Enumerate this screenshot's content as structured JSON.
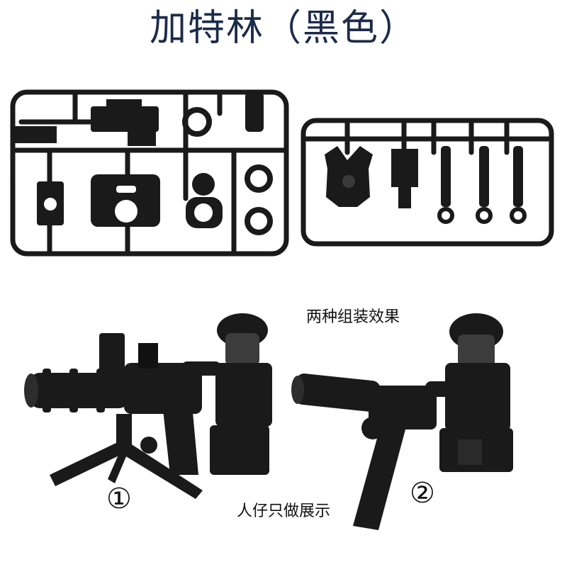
{
  "title": "加特林（黑色）",
  "captions": {
    "assembly_styles": "两种组装效果",
    "figure_display_only": "人仔只做展示"
  },
  "markers": {
    "one": "①",
    "two": "②"
  },
  "colors": {
    "title": "#1c2b4a",
    "plastic": "#1a1a1a",
    "background": "#ffffff"
  }
}
